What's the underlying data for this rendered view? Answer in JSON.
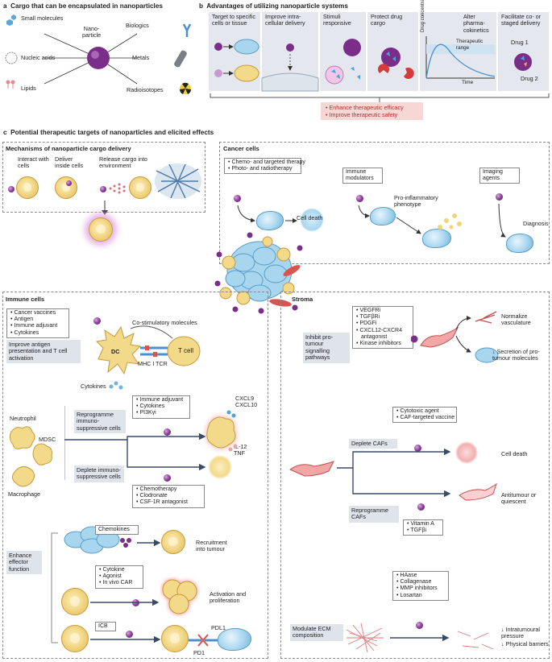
{
  "panel_a": {
    "letter": "a",
    "title": "Cargo that can be encapsulated in nanoparticles",
    "center": "Nano-\nparticle",
    "items": [
      "Small molecules",
      "Nucleic acids",
      "Lipids",
      "Biologics",
      "Metals",
      "Radioisotopes"
    ]
  },
  "panel_b": {
    "letter": "b",
    "title": "Advantages of utilizing nanoparticle systems",
    "boxes": [
      "Target to specific cells or tissue",
      "Improve intra-cellular delivery",
      "Stimuli responsive",
      "Protect drug cargo",
      "Alter pharma-cokinetics",
      "Facilitate co- or staged delivery"
    ],
    "plot_ylabel": "Drug concentration",
    "plot_xlabel": "Time",
    "plot_range": "Therapeutic range",
    "drug1": "Drug 1",
    "drug2": "Drug 2",
    "outcomes": [
      "Enhance therapeutic efficacy",
      "Improve therapeutic safety"
    ]
  },
  "panel_c": {
    "letter": "c",
    "title": "Potential therapeutic targets of nanoparticles and elicited effects",
    "mechanisms": {
      "title": "Mechanisms of nanoparticle cargo delivery",
      "steps": [
        "Interact with cells",
        "Deliver inside cells",
        "Release cargo into environment"
      ]
    },
    "cancer": {
      "title": "Cancer cells",
      "therapy": [
        "Chemo- and targeted therapy",
        "Photo- and radiotherapy"
      ],
      "cell_death": "Cell death",
      "immune_modulators": "Immune modulators",
      "pro_inflammatory": "Pro-inflammatory phenotype",
      "imaging": "Imaging agents",
      "diagnosis": "Diagnosis"
    },
    "immune": {
      "title": "Immune cells",
      "vaccine_list": [
        "Cancer vaccines",
        "Antigen",
        "Immune adjuvant",
        "Cytokines"
      ],
      "antigen_label": "Improve antigen presentation and T cell activation",
      "co_stim": "Co-stimulatory molecules",
      "dc": "DC",
      "tcell": "T cell",
      "mhc": "MHC I",
      "tcr": "TCR",
      "cytokines": "Cytokines",
      "neutrophil": "Neutrophil",
      "mdsc": "MDSC",
      "macrophage": "Macrophage",
      "reprogramme_list": [
        "Immune adjuvant",
        "Cytokines",
        "PI3Kγi"
      ],
      "reprogramme_label": "Reprogramme immuno-suppressive cells",
      "chemokines_out": "CXCL9\nCXCL10",
      "il12": "IL-12\nTNF",
      "deplete_label": "Deplete immuno-suppressive cells",
      "deplete_list": [
        "Chemotherapy",
        "Clodronate",
        "CSF-1R antagonist"
      ],
      "effector_label": "Enhance effector function",
      "chemokines": "Chemokines",
      "recruitment": "Recruitment into tumour",
      "car_list": [
        "Cytokine",
        "Agonist",
        "In vivo CAR"
      ],
      "activation": "Activation and proliferation",
      "icb": "ICB",
      "pdl1": "PDL1",
      "pd1": "PD1"
    },
    "stroma": {
      "title": "Stroma",
      "inhibit_label": "Inhibit pro-tumour signalling pathways",
      "inhibit_list": [
        "VEGFRi",
        "TGFβRi",
        "PDGFi",
        "CXCL12-CXCR4 antagonist",
        "Kinase inhibitors"
      ],
      "normalize": "Normalize vasculature",
      "secretion": "↓ Secretion of pro-tumour molecules",
      "caf_list": [
        "Cytotoxic agent",
        "CAF-targeted vaccine"
      ],
      "deplete_cafs": "Deplete CAFs",
      "cell_death": "Cell death",
      "reprogramme_cafs": "Reprogramme CAFs",
      "antitumour": "Antitumour or quiescent",
      "vita_list": [
        "Vitamin A",
        "TGFβi"
      ],
      "ecm_list": [
        "HAase",
        "Collagenase",
        "MMP inhibitors",
        "Losartan"
      ],
      "ecm_label": "Modulate ECM composition",
      "pressure": "↓ Intratumoural pressure",
      "barriers": "↓ Physical barriers"
    }
  },
  "colors": {
    "nanoparticle": "#7b2d8a",
    "cell_yellow": "#f3d98a",
    "cell_blue": "#a9d6ef",
    "outcome_red": "#b03030",
    "panel_grey": "#dfe3ea"
  }
}
